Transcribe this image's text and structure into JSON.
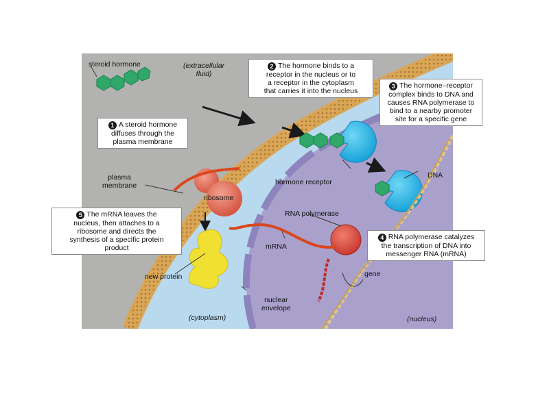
{
  "labels": {
    "steroid_hormone": "steroid hormone",
    "extracellular_fluid": "(extracellular\nfluid)",
    "plasma_membrane": "plasma\nmembrane",
    "ribosome": "ribosome",
    "hormone_receptor": "hormone receptor",
    "rna_polymerase": "RNA polymerase",
    "mrna": "mRNA",
    "new_protein": "new protein",
    "gene": "gene",
    "dna": "DNA",
    "nuclear_envelope": "nuclear\nenvelope",
    "cytoplasm": "(cytoplasm)",
    "nucleus": "(nucleus)"
  },
  "steps": [
    {
      "num": "1",
      "text": "A steroid hormone\ndiffuses through the\nplasma membrane"
    },
    {
      "num": "2",
      "text": "The hormone binds to a\nreceptor in the nucleus or to\na receptor in the cytoplasm\nthat carries it into the nucleus"
    },
    {
      "num": "3",
      "text": "The hormone–receptor\ncomplex binds to DNA and\ncauses RNA polymerase to\nbind to a nearby promoter\nsite for a specific gene"
    },
    {
      "num": "4",
      "text": "RNA polymerase catalyzes\nthe transcription of DNA into\nmessenger RNA (mRNA)"
    },
    {
      "num": "5",
      "text": "The mRNA leaves the\nnucleus, then attaches to a\nribosome and directs the\nsynthesis of a specific protein\nproduct"
    }
  ],
  "colors": {
    "extracellular": "#b2b2b0",
    "membrane": "#d9a657",
    "cytoplasm": "#b9d9ee",
    "nucleus": "#a9a0cc",
    "nuclear_envelope": "#8d84bd",
    "hormone": "#2fa86a",
    "receptor": "#1fb3e6",
    "ribosome": "#e26a55",
    "mrna": "#d9471c",
    "protein": "#f0e032",
    "dna": "#e0c58a"
  }
}
